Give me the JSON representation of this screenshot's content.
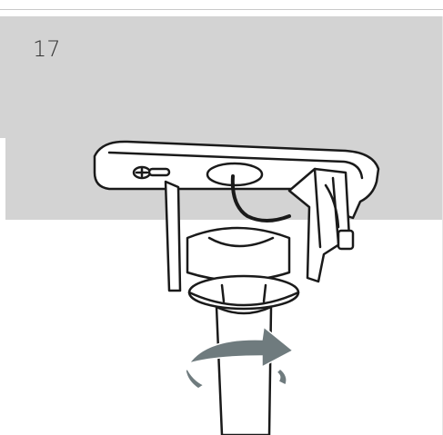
{
  "step": {
    "number": "17"
  },
  "illustration": {
    "subject": "bracket-mount-rotation",
    "rotation_direction": "clockwise"
  },
  "colors": {
    "ceiling": "#d3d3d3",
    "line": "#1a1a1a",
    "arrow": "#6f7b7e",
    "background": "#ffffff"
  }
}
